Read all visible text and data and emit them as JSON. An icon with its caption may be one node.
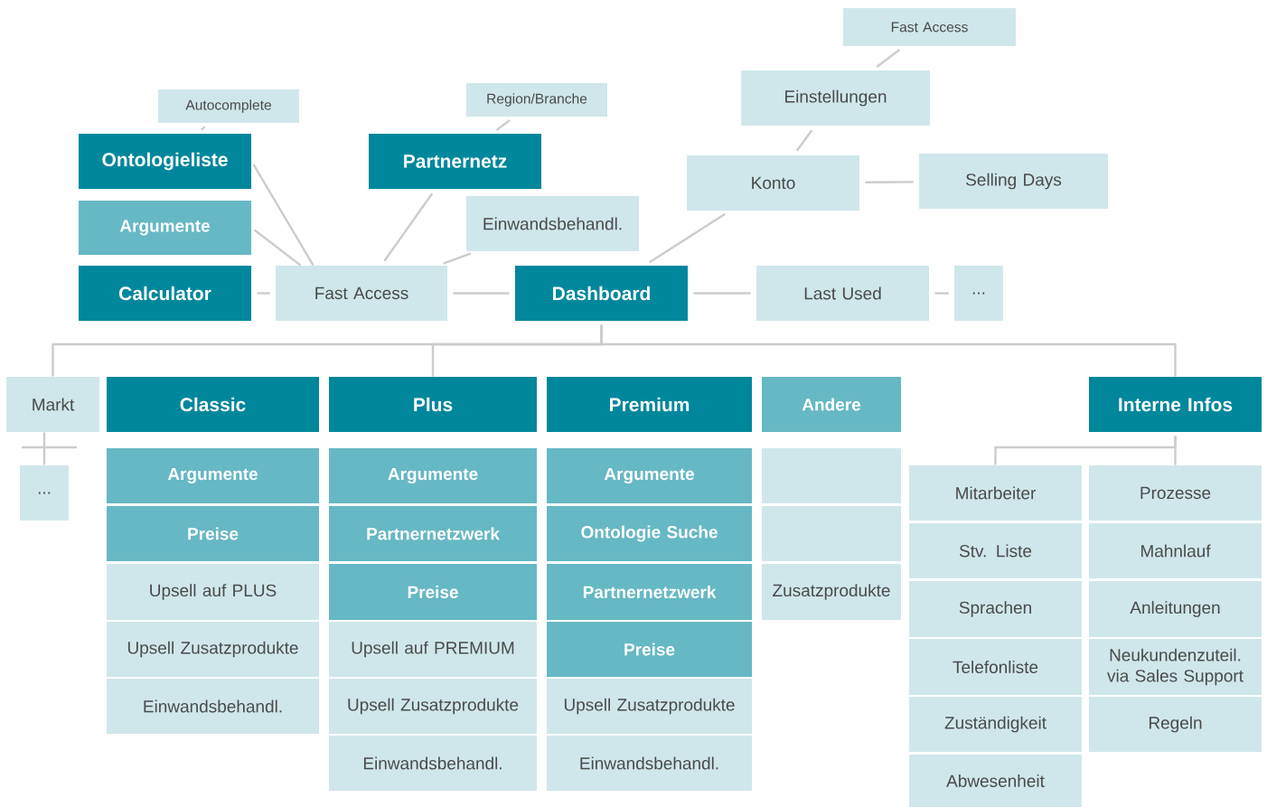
{
  "diagram": {
    "nodes": [
      {
        "text": [
          "Autocomplete"
        ]
      },
      {
        "text": [
          "Ontologieliste"
        ]
      },
      {
        "text": [
          "Region/Branche"
        ]
      },
      {
        "text": [
          "Partnernetz"
        ]
      },
      {
        "text": [
          "Argumente"
        ]
      },
      {
        "text": [
          "Einwandsbehandl."
        ]
      },
      {
        "text": [
          "Calculator"
        ]
      },
      {
        "text": [
          "Fast Access"
        ]
      },
      {
        "text": [
          "Dashboard"
        ]
      },
      {
        "text": [
          "Fast Access"
        ]
      },
      {
        "text": [
          "Einstellungen"
        ]
      },
      {
        "text": [
          "Konto"
        ]
      },
      {
        "text": [
          "Selling Days"
        ]
      },
      {
        "text": [
          "Last Used"
        ]
      },
      {
        "text": [
          "..."
        ]
      },
      {
        "text": [
          "Markt"
        ]
      },
      {
        "text": [
          "..."
        ]
      },
      {
        "text": [
          "Classic"
        ]
      },
      {
        "text": [
          "Plus"
        ]
      },
      {
        "text": [
          "Premium"
        ]
      },
      {
        "text": [
          "Andere"
        ]
      },
      {
        "text": [
          "Interne Infos"
        ]
      },
      {
        "text": [
          "Argumente"
        ]
      },
      {
        "text": [
          "Preise"
        ]
      },
      {
        "text": [
          "Upsell auf PLUS"
        ]
      },
      {
        "text": [
          "Upsell Zusatzprodukte"
        ]
      },
      {
        "text": [
          "Einwandsbehandl."
        ]
      },
      {
        "text": [
          "Argumente"
        ]
      },
      {
        "text": [
          "Partnernetzwerk"
        ]
      },
      {
        "text": [
          "Preise"
        ]
      },
      {
        "text": [
          "Upsell auf PREMIUM"
        ]
      },
      {
        "text": [
          "Upsell Zusatzprodukte"
        ]
      },
      {
        "text": [
          "Einwandsbehandl."
        ]
      },
      {
        "text": [
          "Argumente"
        ]
      },
      {
        "text": [
          "Ontologie Suche"
        ]
      },
      {
        "text": [
          "Partnernetzwerk"
        ]
      },
      {
        "text": [
          "Preise"
        ]
      },
      {
        "text": [
          "Upsell Zusatzprodukte"
        ]
      },
      {
        "text": [
          "Einwandsbehandl."
        ]
      },
      {
        "text": [],
        "shape": "box"
      },
      {
        "text": [],
        "shape": "box"
      },
      {
        "text": [
          "Zusatzprodukte"
        ]
      },
      {
        "text": [
          "Mitarbeiter"
        ]
      },
      {
        "text": [
          "Stv. Liste"
        ]
      },
      {
        "text": [
          "Sprachen"
        ]
      },
      {
        "text": [
          "Telefonliste"
        ]
      },
      {
        "text": [
          "Zuständigkeit"
        ]
      },
      {
        "text": [
          "Abwesenheit"
        ]
      },
      {
        "text": [
          "Prozesse"
        ]
      },
      {
        "text": [
          "Mahnlauf"
        ]
      },
      {
        "text": [
          "Anleitungen"
        ]
      },
      {
        "text": [
          "Neukundenzuteil. via Sales Support"
        ]
      },
      {
        "text": [
          "Regeln"
        ]
      }
    ],
    "edges": [
      {
        "from": 0,
        "to": 1,
        "arrow": "none"
      },
      {
        "from": 2,
        "to": 3,
        "arrow": "none"
      },
      {
        "from": 1,
        "to": 7,
        "arrow": "none"
      },
      {
        "from": 4,
        "to": 7,
        "arrow": "none"
      },
      {
        "from": 6,
        "to": 7,
        "arrow": "none"
      },
      {
        "from": 3,
        "to": 7,
        "arrow": "none"
      },
      {
        "from": 5,
        "to": 7,
        "arrow": "none"
      },
      {
        "from": 7,
        "to": 8,
        "arrow": "none"
      },
      {
        "from": 8,
        "to": 11,
        "arrow": "none"
      },
      {
        "from": 11,
        "to": 10,
        "arrow": "none"
      },
      {
        "from": 10,
        "to": 9,
        "arrow": "none"
      },
      {
        "from": 11,
        "to": 12,
        "arrow": "none"
      },
      {
        "from": 8,
        "to": 13,
        "arrow": "none"
      },
      {
        "from": 13,
        "to": 14,
        "arrow": "none"
      },
      {
        "from": 8,
        "to": 15,
        "arrow": "none"
      },
      {
        "from": 8,
        "to": 18,
        "arrow": "none"
      },
      {
        "from": 8,
        "to": 21,
        "arrow": "none"
      },
      {
        "from": 15,
        "to": 16,
        "arrow": "none"
      },
      {
        "from": 21,
        "to": 42,
        "arrow": "none"
      },
      {
        "from": 21,
        "to": 48,
        "arrow": "none"
      }
    ]
  }
}
